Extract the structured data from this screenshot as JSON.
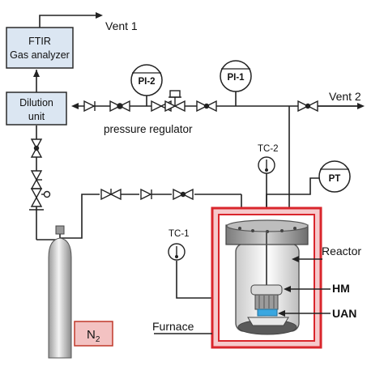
{
  "labels": {
    "ftir_line1": "FTIR",
    "ftir_line2": "Gas analyzer",
    "dilution_line1": "Dilution",
    "dilution_line2": "unit",
    "vent1": "Vent 1",
    "vent2": "Vent 2",
    "pi2": "PI-2",
    "pi1": "PI-1",
    "pt": "PT",
    "tc2": "TC-2",
    "tc1": "TC-1",
    "pressure_regulator": "pressure regulator",
    "reactor": "Reactor",
    "hm": "HM",
    "uan": "UAN",
    "furnace": "Furnace",
    "n2_main": "N",
    "n2_sub": "2"
  },
  "colors": {
    "box_fill": "#dbe6f2",
    "box_stroke": "#2a2a2a",
    "furnace_red": "#d9262c",
    "furnace_fill": "#f6c9cb",
    "n2_fill": "#f3c2c2",
    "n2_stroke": "#c0392b",
    "sample_blue": "#3aa7e0",
    "line": "#222222"
  }
}
